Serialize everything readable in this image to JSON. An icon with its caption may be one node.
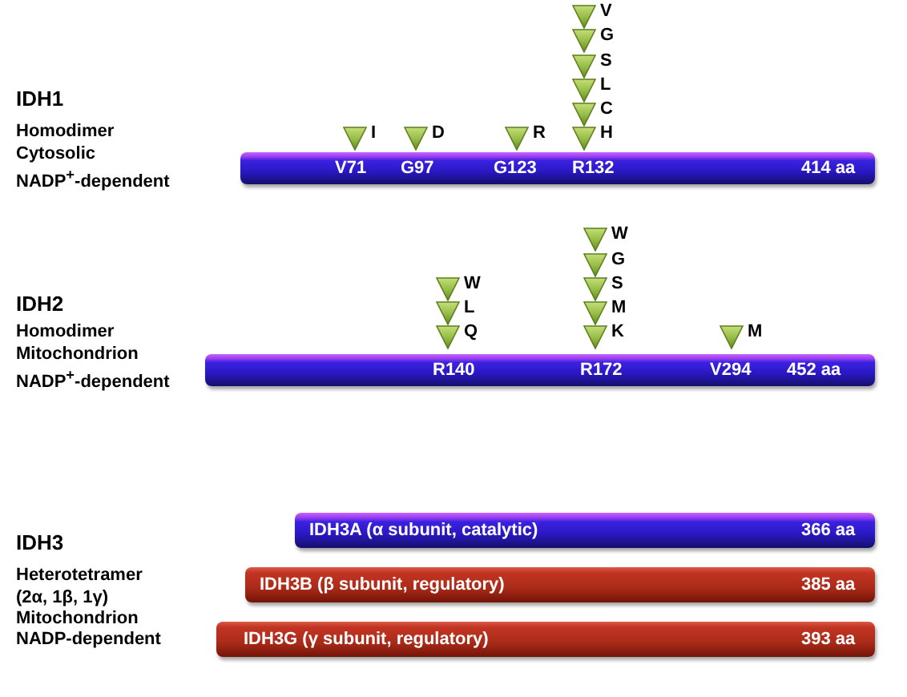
{
  "diagram": {
    "nodes": [
      {
        "text": [],
        "shape": "triangle",
        "beside": [
          "I"
        ]
      },
      {
        "text": [],
        "shape": "triangle",
        "beside": [
          "D"
        ]
      },
      {
        "text": [],
        "shape": "triangle",
        "beside": [
          "R"
        ]
      },
      {
        "text": [],
        "shape": "triangle",
        "beside": [
          "V"
        ]
      },
      {
        "text": [],
        "shape": "triangle",
        "beside": [
          "G"
        ]
      },
      {
        "text": [],
        "shape": "triangle",
        "beside": [
          "S"
        ]
      },
      {
        "text": [],
        "shape": "triangle",
        "beside": [
          "L"
        ]
      },
      {
        "text": [],
        "shape": "triangle",
        "beside": [
          "C"
        ]
      },
      {
        "text": [],
        "shape": "triangle",
        "beside": [
          "H"
        ]
      },
      {
        "text": [
          "V71",
          "G97",
          "G123",
          "R132",
          "414 aa"
        ]
      },
      {
        "text": [],
        "shape": "triangle",
        "beside": [
          "W"
        ]
      },
      {
        "text": [],
        "shape": "triangle",
        "beside": [
          "L"
        ]
      },
      {
        "text": [],
        "shape": "triangle",
        "beside": [
          "Q"
        ]
      },
      {
        "text": [],
        "shape": "triangle",
        "beside": [
          "W"
        ]
      },
      {
        "text": [],
        "shape": "triangle",
        "beside": [
          "G"
        ]
      },
      {
        "text": [],
        "shape": "triangle",
        "beside": [
          "S"
        ]
      },
      {
        "text": [],
        "shape": "triangle",
        "beside": [
          "M"
        ]
      },
      {
        "text": [],
        "shape": "triangle",
        "beside": [
          "K"
        ]
      },
      {
        "text": [],
        "shape": "triangle",
        "beside": [
          "M"
        ]
      },
      {
        "text": [
          "R140",
          "R172",
          "V294",
          "452 aa"
        ]
      },
      {
        "text": [
          "IDH3A (α subunit, catalytic)",
          "366 aa"
        ]
      },
      {
        "text": [
          "IDH3B (β subunit, regulatory)",
          "385 aa"
        ]
      },
      {
        "text": [
          "IDH3G (γ subunit, regulatory)",
          "393 aa"
        ]
      }
    ],
    "labels": [
      "IDH1",
      "Homodimer",
      "Cytosolic",
      "NADP$^{+}$-dependent",
      "IDH2",
      "Homodimer",
      "Mitochondrion",
      "NADP$^{+}$-dependent",
      "IDH3",
      "Heterotetramer (2α, 1β, 1γ)",
      "Mitochondrion",
      "NADP-dependent"
    ]
  }
}
